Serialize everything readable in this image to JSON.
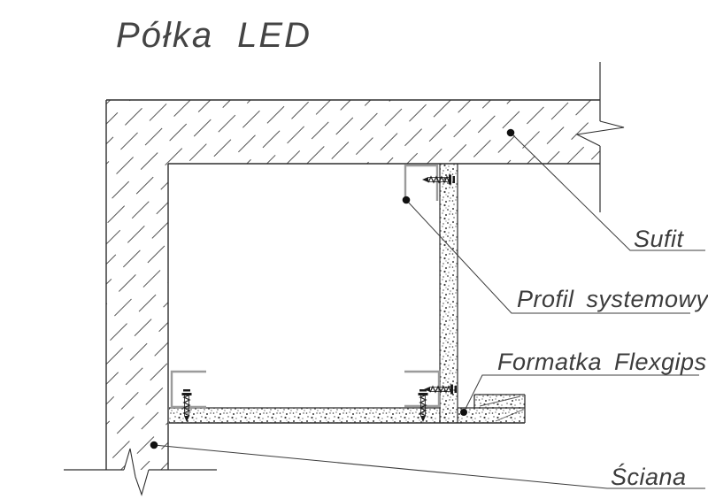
{
  "title": "Półka LED",
  "labels": {
    "sufit": "Sufit",
    "profil_systemowy": "Profil systemowy",
    "formatka_flexgips": "Formatka Flexgips",
    "sciana": "Ściana"
  },
  "drawing": {
    "type": "construction-detail-cross-section",
    "elements": [
      "hatched-ceiling-slab",
      "hatched-wall",
      "system-profile-channels",
      "vertical-gypsum-panel",
      "flexgips-shelf-board",
      "screws",
      "break-lines",
      "leader-dots"
    ]
  },
  "colors": {
    "background": "#ffffff",
    "outline": "#2e2e2e",
    "hatch": "#555555",
    "stipple": "#3a3a3a",
    "profile_gray": "#9b9b9b",
    "leader": "#3c3c3c",
    "text": "#3a3a3a"
  }
}
